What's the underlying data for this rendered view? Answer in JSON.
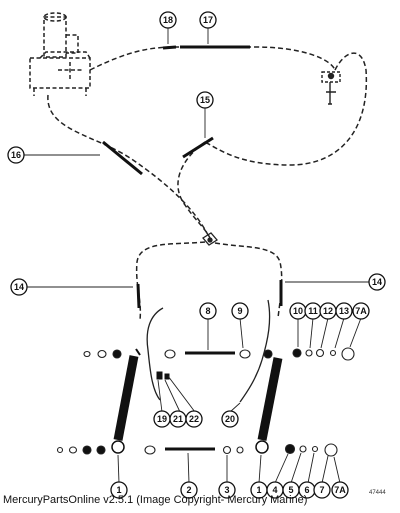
{
  "caption": "MercuryPartsOnline v2.5.1 (Image Copyright- Mercury Marine)",
  "figure_number": "47444",
  "callouts": [
    "18",
    "17",
    "15",
    "16",
    "14",
    "14",
    "8",
    "9",
    "10",
    "11",
    "12",
    "13",
    "7A",
    "19",
    "21",
    "22",
    "20",
    "1",
    "2",
    "3",
    "1",
    "4",
    "5",
    "6",
    "7",
    "7A"
  ]
}
